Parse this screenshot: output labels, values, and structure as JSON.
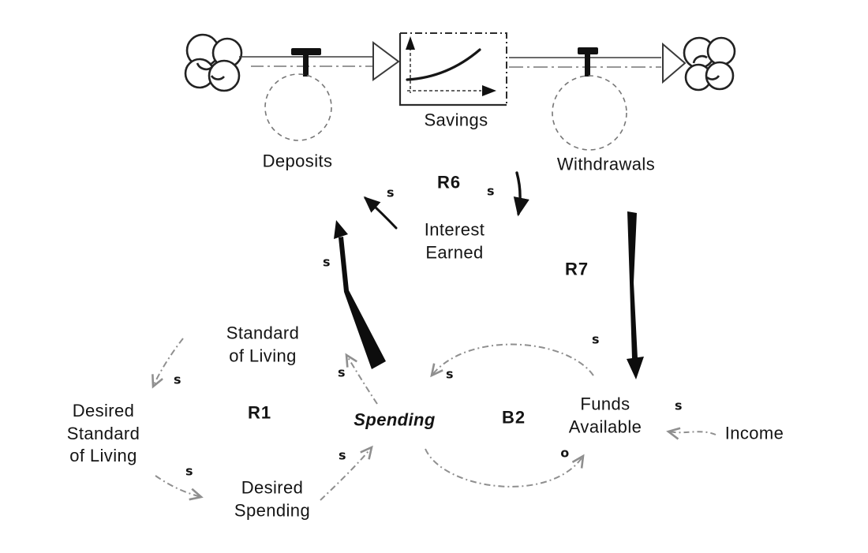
{
  "nodes": {
    "deposits": "Deposits",
    "savings": "Savings",
    "withdrawals": "Withdrawals",
    "interest_earned": "Interest\nEarned",
    "standard_of_living": "Standard\nof Living",
    "desired_standard_of_living": "Desired\nStandard\nof Living",
    "desired_spending": "Desired\nSpending",
    "spending": "Spending",
    "funds_available": "Funds\nAvailable",
    "income": "Income"
  },
  "loops": {
    "r1": "R1",
    "b2": "B2",
    "r6": "R6",
    "r7": "R7"
  },
  "polarities": {
    "interest_to_deposits": "s",
    "savings_to_interest": "s",
    "spending_to_deposits": "s",
    "withdrawals_to_funds": "s",
    "standard_to_desired_standard": "s",
    "desired_standard_to_desired_spending": "s",
    "desired_spending_to_spending": "s",
    "spending_to_standard": "s",
    "funds_to_spending": "s",
    "spending_to_funds": "o",
    "income_to_funds": "s"
  },
  "colors": {
    "ink": "#1a1a1a",
    "sketch": "#8f8f8f",
    "background": "#ffffff"
  }
}
